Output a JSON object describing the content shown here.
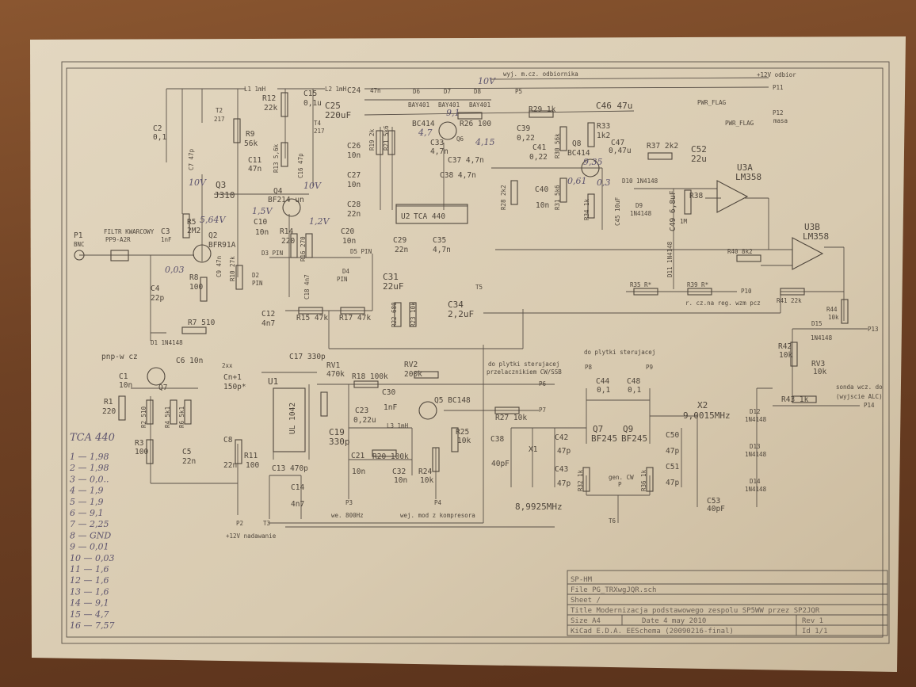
{
  "title_block": {
    "company": "SP-HM",
    "file": "File  PG_TRXwgJQR.sch",
    "sheet": "Sheet  /",
    "title": "Title  Modernizacja podstawowego zespolu  SP5WW przez SP2JQR",
    "size": "Size  A4",
    "date": "Date  4 may 2010",
    "rev": "Rev  1",
    "tool": "KiCad E.D.A.   EESchema (20090216-final)",
    "id": "Id  1/1"
  },
  "tca440_notes": {
    "title": "TCA 440",
    "pins": [
      "1 — 1,98",
      "2 — 1,98",
      "3 — 0,0..",
      "4 — 1,9",
      "5 — 1,9",
      "6 — 9,1",
      "7 — 2,25",
      "8 — GND",
      "9 — 0,01",
      "10 — 0,03",
      "11 — 1,6",
      "12 — 1,6",
      "13 — 1,6",
      "14 — 9,1",
      "15 — 4,7",
      "16 — 7,57"
    ]
  },
  "annotations": {
    "v10a": "10V",
    "v564": "5,64V",
    "v003": "0,03",
    "v10b": "10V",
    "v15": "1,5V",
    "v12": "1,2V",
    "v10c": "10V",
    "v91": "9,1",
    "v47": "4,7",
    "v415": "4,15",
    "v935": "9,35",
    "v03": "0,3",
    "v061": "0,61"
  },
  "labels": {
    "P1": "P1",
    "P1t": "BNC",
    "filtr": "FILTR KWARCOWY",
    "filtr_t": "PP9-A2R",
    "C3": "C3",
    "C3v": "1nF",
    "R5": "R5",
    "R5v": "2M2",
    "Q2": "Q2",
    "Q2t": "BFR91A",
    "Q3": "Q3",
    "Q3t": "J310",
    "R8": "R8",
    "R8v": "100",
    "C9": "C9 47n",
    "R10": "R10 27k",
    "C10": "C10",
    "C10v": "10n",
    "D3": "D3 PIN",
    "D2": "D2",
    "D2t": "PIN",
    "C2": "C2",
    "C2v": "0,1",
    "C7": "C7 47p",
    "T2": "T2",
    "T2t": "217",
    "R9": "R9",
    "R9v": "56k",
    "C11": "C11",
    "C11v": "47n",
    "R13": "R13 5,6k",
    "R12": "R12",
    "R12v": "22k",
    "L1": "L1  1mH",
    "C15": "C15",
    "C15v": "0,1u",
    "L2": "L2 1mH",
    "C25": "C25",
    "C25v": "220uF",
    "T4": "T4",
    "T4t": "217",
    "C16": "C16 47p",
    "Q4": "Q4",
    "Q4t": "BF214 un",
    "R14": "R14",
    "R14v": "220",
    "R16": "R16 270",
    "C20": "C20",
    "C20v": "10n",
    "D5": "D5 PIN",
    "D4": "D4",
    "D4t": "PIN",
    "C18": "C18 4n7",
    "C12": "C12",
    "C12v": "4n7",
    "R15": "R15 47k",
    "R17": "R17 47k",
    "C4": "C4",
    "C4v": "22p",
    "D1": "D1 1N4148",
    "R7": "R7 510",
    "C24": "C24",
    "C24v": "47n",
    "D6": "D6",
    "D7": "D7",
    "D8": "D8",
    "D6t": "BAY401",
    "D7t": "BAY401",
    "D8t": "BAY401",
    "wyj": "wyj. m.cz. odbiornika",
    "P5": "P5",
    "R26": "R26  100",
    "Q6": "BC414",
    "Q6n": "Q6",
    "R19": "R19 2k",
    "R21": "R21 5k6",
    "C26": "C26",
    "C26v": "10n",
    "C27": "C27",
    "C27v": "10n",
    "C28": "C28",
    "C28v": "22n",
    "C33": "C33",
    "C33v": "4,7n",
    "C37": "C37  4,7n",
    "C38b": "C38  4,7n",
    "U2": "U2",
    "U2t": "TCA 440",
    "C29": "C29",
    "C29v": "22n",
    "C35": "C35",
    "C35v": "4,7n",
    "T5": "T5",
    "C31": "C31",
    "C31v": "22uF",
    "R22": "R22 680",
    "R23": "R23 10k",
    "C34": "C34",
    "C34v": "2,2uF",
    "C39": "C39",
    "C39v": "0,22",
    "R29": "R29  1k",
    "C41": "C41",
    "C41v": "0,22",
    "R28": "R28 2k2",
    "C40": "C40",
    "C40v": "10n",
    "R30": "R30 56k",
    "R31": "R31 5k6",
    "Q8": "Q8",
    "Q8t": "BC414",
    "R33": "R33",
    "R33v": "1k2",
    "C46": "C46 47u",
    "C47": "C47",
    "C47v": "0,47u",
    "R34": "R34 1k",
    "C45": "C45 10uF",
    "p12v": "+12V odbior",
    "P11": "P11",
    "pf1": "PWR_FLAG",
    "pf2": "PWR_FLAG",
    "P12": "P12",
    "P12t": "masa",
    "R37": "R37 2k2",
    "C52": "C52",
    "C52v": "22u",
    "D10": "D10  1N4148",
    "D9": "D9",
    "D9t": "1N4148",
    "C49": "C49 6,8uF",
    "R38": "R38",
    "R38v": "1M",
    "U3A": "U3A",
    "U3At": "LM358",
    "U3B": "U3B",
    "U3Bt": "LM358",
    "R40": "R40  8k2",
    "R35": "R35  R*",
    "R39": "R39  R*",
    "P10": "P10",
    "rcz": "r. cz.na reg. wzm pcz",
    "R41": "R41 22k",
    "R44": "R44",
    "R44v": "10k",
    "D11": "D11 1N4148",
    "D15": "D15",
    "D15t": "1N4148",
    "P13": "P13",
    "R42": "R42",
    "R42v": "10k",
    "RV3": "RV3",
    "RV3v": "10k",
    "sonda": "sonda wcz. do",
    "sonda2": "(wyjscie ALC)",
    "R43": "R43  1k",
    "P14": "P14",
    "D12": "D12",
    "D12t": "1N4148",
    "D13": "D13",
    "D13t": "1N4148",
    "D14": "D14",
    "D14t": "1N4148",
    "pnp": "pnp-w cz",
    "C1": "C1",
    "C1v": "10n",
    "R1": "R1",
    "R1v": "220",
    "R2": "R2 510",
    "Q7a": "Q7",
    "C6": "C6 10n",
    "R4": "R4 5k1",
    "R6": "R6 5k1",
    "R3": "R3",
    "R3v": "100",
    "C5": "C5",
    "C5v": "22n",
    "xx": "2xx",
    "Cn": "Cn+1",
    "Cnv": "150p*",
    "C8": "C8",
    "C8v": "22n",
    "R11": "R11",
    "R11v": "100",
    "U1": "U1",
    "U1t": "UL 1042",
    "P2": "P2",
    "p12n": "+12V nadawanie",
    "C17": "C17  330p",
    "RV1": "RV1",
    "RV1v": "470k",
    "C19": "C19",
    "C19v": "330p",
    "C13": "C13",
    "C13v": "470p",
    "C14": "C14",
    "C14v": "4n7",
    "T3": "T3",
    "R18": "R18  100k",
    "RV2": "RV2",
    "RV2v": "200k",
    "C30": "C30",
    "C30v": "1nF",
    "Q5": "Q5  BC148",
    "C23": "C23",
    "C23v": "0,22u",
    "L3": "L3   1mH",
    "R20": "R20  100k",
    "C21": "C21",
    "C21v": "10n",
    "C32": "C32",
    "C32v": "10n",
    "R24": "R24",
    "R24v": "10k",
    "R25": "R25",
    "R25v": "10k",
    "P3": "P3",
    "P4": "P4",
    "we800": "we. 800Hz",
    "wejmod": "wej. mod z kompresora",
    "dop1": "do plytki sterujacej",
    "dop2": "przelacznikiem CW/SSB",
    "P6": "P6",
    "R27": "R27 10k",
    "P7": "P7",
    "dop3": "do plytki sterujacej",
    "P8": "P8",
    "P9": "P9",
    "C44": "C44",
    "C44v": "0,1",
    "C48": "C48",
    "C48v": "0,1",
    "Q7b": "Q7",
    "Q7bt": "BF245",
    "Q9": "Q9",
    "Q9t": "BF245",
    "X2": "X2",
    "X2v": "9,0015MHz",
    "C38": "C38",
    "C38v": "40pF",
    "X1": "X1",
    "C42": "C42",
    "C42v": "47p",
    "C43": "C43",
    "C43v": "47p",
    "X1f": "8,9925MHz",
    "R32": "R32 1k",
    "gen": "gen. CW",
    "genp": "P",
    "R36": "R36 1k",
    "C50": "C50",
    "C50v": "47p",
    "C51": "C51",
    "C51v": "47p",
    "C53": "C53",
    "C53v": "40pF",
    "T6": "T6"
  }
}
